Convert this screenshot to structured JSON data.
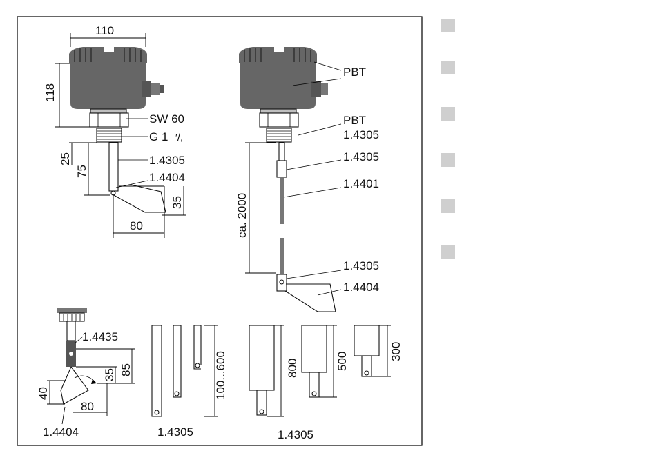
{
  "labels": {
    "width_110": "110",
    "height_118": "118",
    "sw60": "SW 60",
    "thread": "G 1 ",
    "thread_frac": "′/,",
    "dim_25": "25",
    "dim_75": "75",
    "mat_1_4305_a": "1.4305",
    "mat_1_4404_a": "1.4404",
    "dim_35_a": "35",
    "dim_80_a": "80",
    "pbt_housing": "PBT",
    "pbt_nut": "PBT",
    "mat_1_4305_b": "1.4305",
    "mat_1_4305_c": "1.4305",
    "mat_1_4401": "1.4401",
    "ca_2000": "ca. 2000",
    "mat_1_4305_d": "1.4305",
    "mat_1_4404_b": "1.4404",
    "mat_1_4435": "1.4435",
    "dim_85": "85",
    "dim_35_b": "35",
    "dim_40": "40",
    "dim_80_b": "80",
    "mat_1_4404_c": "1.4404",
    "dim_100_600": "100...600",
    "mat_1_4305_e": "1.4305",
    "dim_800": "800",
    "dim_500": "500",
    "dim_300": "300",
    "mat_1_4305_f": "1.4305"
  },
  "side_markers": [
    "",
    "",
    "",
    "",
    "",
    ""
  ]
}
